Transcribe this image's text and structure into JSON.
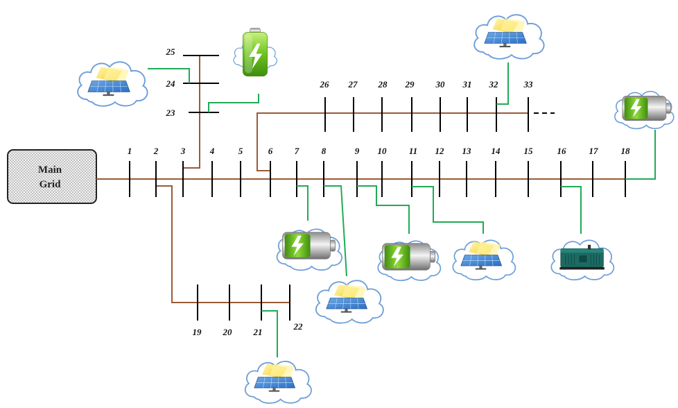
{
  "main_grid": {
    "line1": "Main",
    "line2": "Grid"
  },
  "buses": [
    "1",
    "2",
    "3",
    "4",
    "5",
    "6",
    "7",
    "8",
    "9",
    "10",
    "11",
    "12",
    "13",
    "14",
    "15",
    "16",
    "17",
    "18",
    "19",
    "20",
    "21",
    "22",
    "23",
    "24",
    "25",
    "26",
    "27",
    "28",
    "29",
    "30",
    "31",
    "32",
    "33"
  ],
  "der_units": [
    {
      "type": "solar-panel",
      "connected_bus": "24"
    },
    {
      "type": "battery",
      "connected_bus": "23"
    },
    {
      "type": "solar-panel",
      "connected_bus": "32"
    },
    {
      "type": "battery",
      "connected_bus": "18"
    },
    {
      "type": "battery",
      "connected_bus": "7"
    },
    {
      "type": "solar-panel",
      "connected_bus": "8"
    },
    {
      "type": "battery",
      "connected_bus": "9"
    },
    {
      "type": "solar-panel",
      "connected_bus": "11"
    },
    {
      "type": "diesel-generator",
      "connected_bus": "16"
    },
    {
      "type": "solar-panel",
      "connected_bus": "21"
    }
  ],
  "colors": {
    "feeder": "#9a5a35",
    "der_link": "#1faa55",
    "cloud_stroke": "#6f9fd8"
  }
}
